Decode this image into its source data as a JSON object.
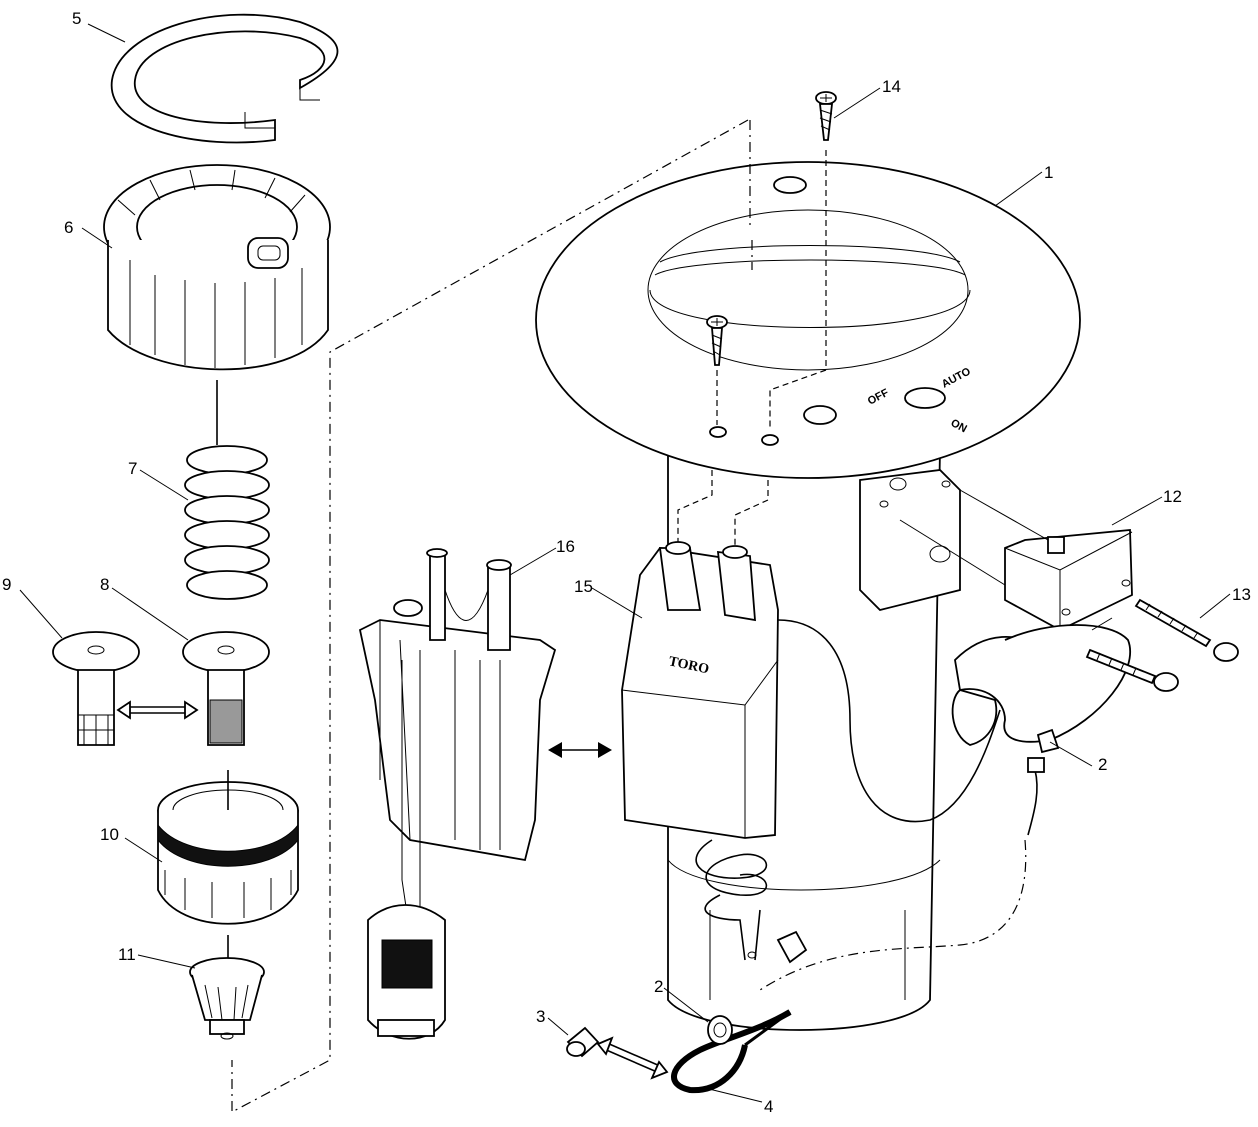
{
  "callouts": [
    {
      "label": "5"
    },
    {
      "label": "6"
    },
    {
      "label": "7"
    },
    {
      "label": "8"
    },
    {
      "label": "9"
    },
    {
      "label": "10"
    },
    {
      "label": "11"
    },
    {
      "label": "14"
    },
    {
      "label": "1"
    },
    {
      "label": "12"
    },
    {
      "label": "13"
    },
    {
      "label": "16"
    },
    {
      "label": "15"
    },
    {
      "label": "2"
    },
    {
      "label": "2"
    },
    {
      "label": "3"
    },
    {
      "label": "4"
    }
  ],
  "engraving": {
    "off": "OFF",
    "auto": "AUTO",
    "on": "ON"
  },
  "brand": "TORO"
}
